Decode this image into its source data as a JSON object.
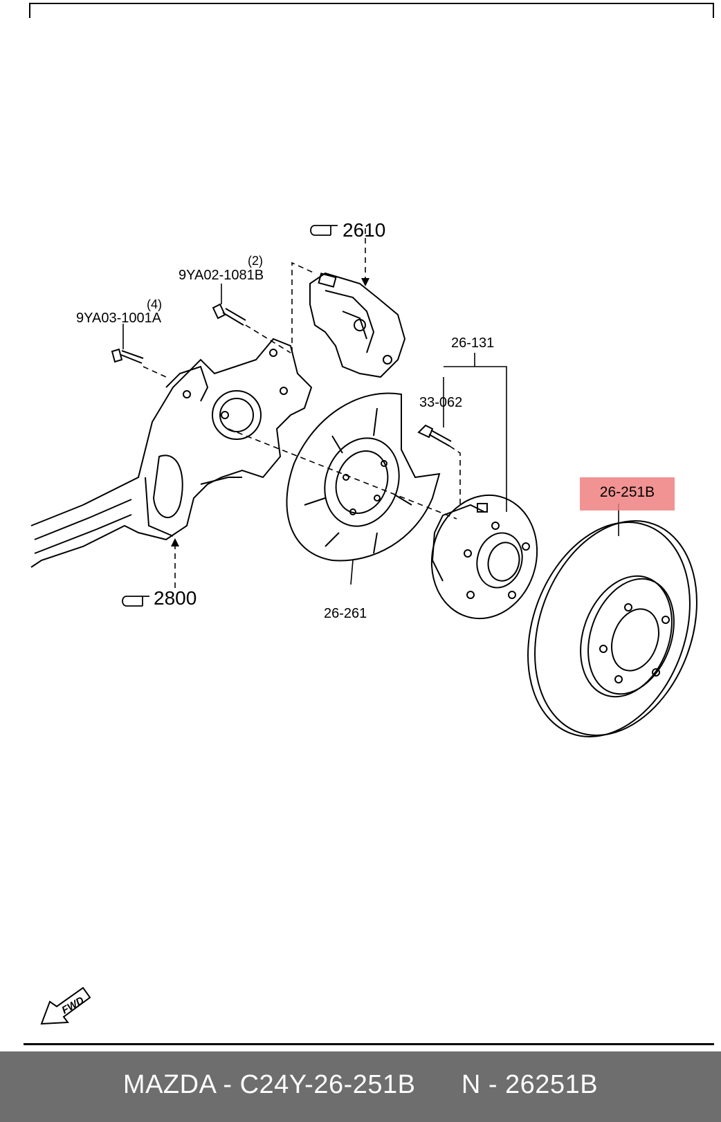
{
  "callouts": {
    "caliper_ref": "2610",
    "bolt_caliper_qty": "(2)",
    "bolt_caliper": "9YA02-1081B",
    "bolt_knuckle_qty": "(4)",
    "bolt_knuckle": "9YA03-1001A",
    "hub_assy": "26-131",
    "hub_bolt": "33-062",
    "knuckle_ref": "2800",
    "dust_shield": "26-261",
    "disc": "26-251B"
  },
  "fwd_label": "FWD",
  "footer": {
    "text": "MAZDA - C24Y-26-251B      N - 26251B"
  },
  "colors": {
    "highlight": "#f08080",
    "footer_bg": "#6e6e6e"
  }
}
